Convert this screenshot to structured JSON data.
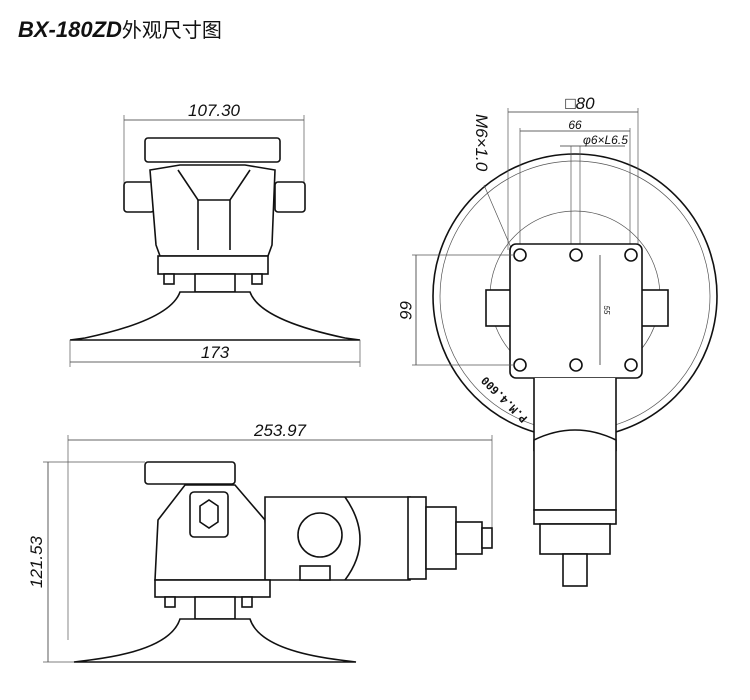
{
  "title": {
    "model": "BX-180ZD",
    "suffix": "外观尺寸图"
  },
  "dimensions": {
    "top_width": "107.30",
    "pad_diameter_side": "173",
    "square_size": "□80",
    "hole_spacing_h": "66",
    "pin_spec": "φ6×L6.5",
    "thread_spec": "M6×1.0",
    "hole_spacing_v": "66",
    "inner_spacing": "55",
    "total_length": "253.97",
    "total_height": "121.53",
    "pad_marking": "P.M.4.600"
  }
}
